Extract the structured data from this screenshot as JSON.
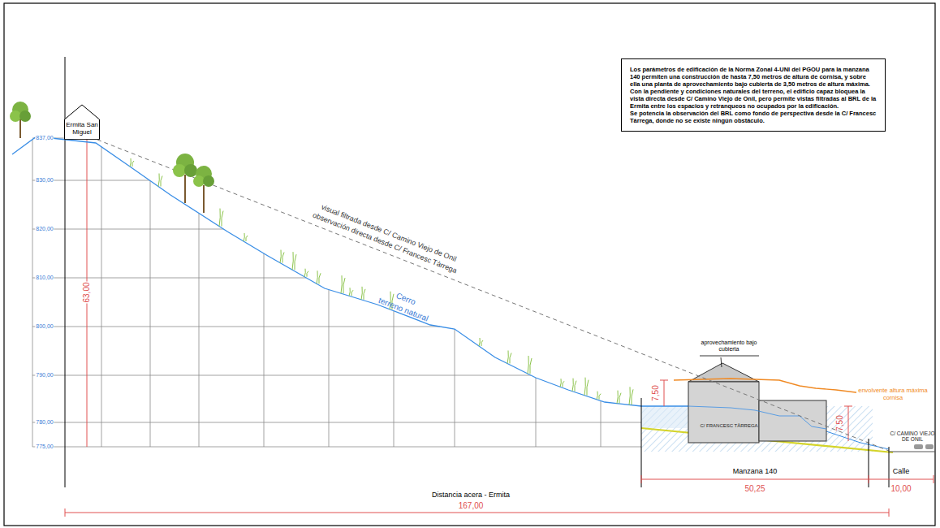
{
  "diagram": {
    "nodes": [
      {
        "text": [
          "Ermita San Miguel"
        ]
      },
      {
        "text": [
          "Los parámetros de edificación de la Norma Zonal 4-UNI del PGOU para la manzana 140 permiten una construcción de hasta 7,50 metros de altura de cornisa, y sobre ella una planta de aprovechamiento bajo cubierta de 3,50 metros de altura máxima.",
          "Con la pendiente y condiciones naturales del terreno, el edificio capaz bloquea la vista directa desde C/ Camino Viejo de Onil, pero permite vistas filtradas al BRL de la Ermita entre los espacios y retranqueos no ocupados por la edificación.",
          "Se potencia la observación del BRL como fondo de perspectiva desde la C/ Francesc Tàrrega, donde no se existe ningún obstáculo."
        ]
      }
    ],
    "labels": [
      "837,00",
      "830,00",
      "820,00",
      "810,00",
      "800,00",
      "790,00",
      "780,00",
      "775,00",
      "63,00",
      "visual filtrada desde C/ Camino Viejo de Onil",
      "observación directa desde C/ Francesc Tàrrega",
      "Cerro",
      "terreno natural",
      "aprovechamiento bajo cubierta",
      "7,50",
      "7,50",
      "envolvente altura máxima cornisa",
      "C/ FRANCESC TÀRREGA",
      "C/ CAMINO VIEJO DE ONIL",
      "Manzana 140",
      "Calle",
      "50,25",
      "10,00",
      "Distancia acera - Ermita",
      "167,00"
    ]
  }
}
